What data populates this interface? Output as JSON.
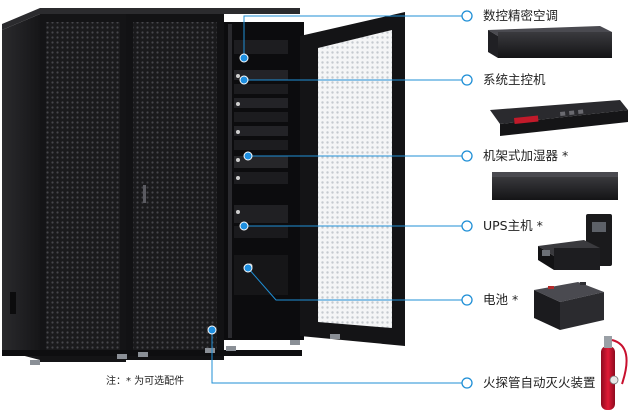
{
  "components": [
    {
      "label": "数控精密空调",
      "icon": "precision-air-conditioner"
    },
    {
      "label": "系统主控机",
      "icon": "system-main-controller"
    },
    {
      "label": "机架式加湿器 *",
      "icon": "rack-humidifier"
    },
    {
      "label": "UPS主机 *",
      "icon": "ups-host"
    },
    {
      "label": "电池 *",
      "icon": "battery"
    },
    {
      "label": "火探管自动灭火装置",
      "icon": "fire-detection-tube-extinguisher"
    }
  ],
  "footnote": "注：* 为可选配件",
  "colors": {
    "leader_line": "#1f8fd6",
    "point_fill": "#1e8fe0",
    "cabinet": "#1c1c1e",
    "cabinet_dark": "#0e0e10",
    "mesh": "#3a3a3e",
    "glass_mesh": "#dfe3e6",
    "extinguisher": "#c8102e"
  }
}
